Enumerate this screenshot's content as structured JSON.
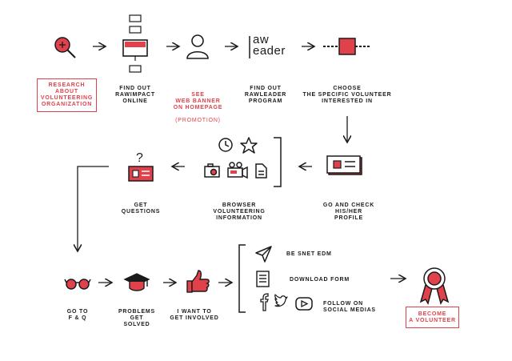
{
  "accent": "#e0414b",
  "ink": "#1b1b1b",
  "steps": {
    "research": "RESEARCH\nABOUT\nVOLUNTEERING\nORGANIZATION",
    "rawimpact": "FIND OUT\nRAWIMPACT\nONLINE",
    "banner_line1": "SEE\nWEB BANNER\nON HOMEPAGE",
    "banner_line2": "(PROMOTION)",
    "rawleader": "FIND OUT\nRAWLEADER\nPROGRAM",
    "choose": "CHOOSE\nTHE SPECIFIC VOLUNTEER\nINTERESTED IN",
    "profile": "GO AND CHECK\nHIS/HER\nPROFILE",
    "browser": "BROWSER\nVOLUNTEERING\nINFORMATION",
    "questions": "GET\nQUESTIONS",
    "faq": "GO TO\nF & Q",
    "solved": "PROBLEMS\nGET\nSOLVED",
    "involved": "I WANT TO\nGET INVOLVED",
    "edm": "BE SNET EDM",
    "download": "DOWNLOAD FORM",
    "social": "FOLLOW ON\nSOCIAL MEDIAS",
    "become": "BECOME\nA VOLUNTEER"
  },
  "logo": {
    "top": "aw",
    "bottom": "eader"
  },
  "icons": [
    "search-icon",
    "monitor-icon",
    "user-icon",
    "rawleader-logo",
    "slider-icon",
    "profile-card-icon",
    "clock-icon",
    "star-icon",
    "camera-icon",
    "video-icon",
    "document-icon",
    "question-card-icon",
    "glasses-icon",
    "graduation-cap-icon",
    "thumbs-up-icon",
    "send-icon",
    "form-icon",
    "facebook-icon",
    "twitter-icon",
    "youtube-icon",
    "ribbon-icon"
  ]
}
